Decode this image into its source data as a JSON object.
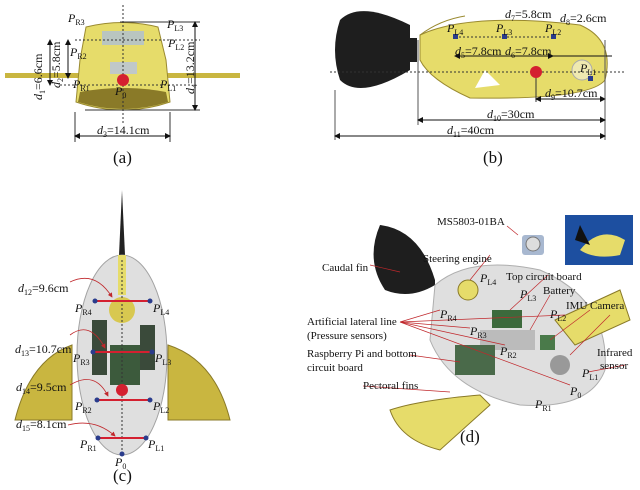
{
  "panels": {
    "a": {
      "caption": "(a)",
      "labels": [
        {
          "id": "a_d1",
          "sym": "d",
          "sub": "1",
          "val": "=6.6cm"
        },
        {
          "id": "a_d2",
          "sym": "d",
          "sub": "2",
          "val": "=5.8cm"
        },
        {
          "id": "a_d3",
          "sym": "d",
          "sub": "3",
          "val": "=14.1cm"
        },
        {
          "id": "a_d4",
          "sym": "d",
          "sub": "4",
          "val": "=13.2cm"
        },
        {
          "id": "a_PR3",
          "sym": "P",
          "sub": "R3",
          "val": ""
        },
        {
          "id": "a_PR2",
          "sym": "P",
          "sub": "R2",
          "val": ""
        },
        {
          "id": "a_PR1",
          "sym": "P",
          "sub": "R1",
          "val": ""
        },
        {
          "id": "a_PL3",
          "sym": "P",
          "sub": "L3",
          "val": ""
        },
        {
          "id": "a_PL2",
          "sym": "P",
          "sub": "L2",
          "val": ""
        },
        {
          "id": "a_PL1",
          "sym": "P",
          "sub": "L1",
          "val": ""
        },
        {
          "id": "a_P0",
          "sym": "P",
          "sub": "0",
          "val": ""
        }
      ]
    },
    "b": {
      "caption": "(b)",
      "labels": [
        {
          "id": "b_d7",
          "sym": "d",
          "sub": "7",
          "val": "=5.8cm"
        },
        {
          "id": "b_d8",
          "sym": "d",
          "sub": "8",
          "val": "=2.6cm"
        },
        {
          "id": "b_d5",
          "sym": "d",
          "sub": "5",
          "val": "=7.8cm"
        },
        {
          "id": "b_d6",
          "sym": "d",
          "sub": "6",
          "val": "=7.8cm"
        },
        {
          "id": "b_d9",
          "sym": "d",
          "sub": "9",
          "val": "=10.7cm"
        },
        {
          "id": "b_d10",
          "sym": "d",
          "sub": "10",
          "val": "=30cm"
        },
        {
          "id": "b_d11",
          "sym": "d",
          "sub": "11",
          "val": "=40cm"
        },
        {
          "id": "b_PL4",
          "sym": "P",
          "sub": "L4",
          "val": ""
        },
        {
          "id": "b_PL3",
          "sym": "P",
          "sub": "L3",
          "val": ""
        },
        {
          "id": "b_PL2",
          "sym": "P",
          "sub": "L2",
          "val": ""
        },
        {
          "id": "b_PL1",
          "sym": "P",
          "sub": "L1",
          "val": ""
        }
      ]
    },
    "c": {
      "caption": "(c)",
      "labels": [
        {
          "id": "c_d12",
          "sym": "d",
          "sub": "12",
          "val": "=9.6cm"
        },
        {
          "id": "c_d13",
          "sym": "d",
          "sub": "13",
          "val": "=10.7cm"
        },
        {
          "id": "c_d14",
          "sym": "d",
          "sub": "14",
          "val": "=9.5cm"
        },
        {
          "id": "c_d15",
          "sym": "d",
          "sub": "15",
          "val": "=8.1cm"
        },
        {
          "id": "c_PR4",
          "sym": "P",
          "sub": "R4",
          "val": ""
        },
        {
          "id": "c_PR3",
          "sym": "P",
          "sub": "R3",
          "val": ""
        },
        {
          "id": "c_PR2",
          "sym": "P",
          "sub": "R2",
          "val": ""
        },
        {
          "id": "c_PR1",
          "sym": "P",
          "sub": "R1",
          "val": ""
        },
        {
          "id": "c_PL4",
          "sym": "P",
          "sub": "L4",
          "val": ""
        },
        {
          "id": "c_PL3",
          "sym": "P",
          "sub": "L3",
          "val": ""
        },
        {
          "id": "c_PL2",
          "sym": "P",
          "sub": "L2",
          "val": ""
        },
        {
          "id": "c_PL1",
          "sym": "P",
          "sub": "L1",
          "val": ""
        },
        {
          "id": "c_P0",
          "sym": "P",
          "sub": "0",
          "val": ""
        }
      ]
    },
    "d": {
      "caption": "(d)",
      "callouts": {
        "sensor": "MS5803-01BA",
        "caudal_fin": "Caudal fin",
        "steering_engine": "Steering engine",
        "top_board": "Top circuit board",
        "battery": "Battery",
        "imu": "IMU",
        "camera": "Camera",
        "lateral_line": "Artificial lateral line",
        "lateral_line_sub": "(Pressure sensors)",
        "rpi": "Raspberry Pi and bottom",
        "rpi_sub": "circuit board",
        "infrared": "Infrared",
        "infrared_sub": "sensor",
        "pectoral": "Pectoral fins"
      },
      "labels": [
        {
          "id": "d_PL4",
          "sym": "P",
          "sub": "L4",
          "val": ""
        },
        {
          "id": "d_PL3",
          "sym": "P",
          "sub": "L3",
          "val": ""
        },
        {
          "id": "d_PL2",
          "sym": "P",
          "sub": "L2",
          "val": ""
        },
        {
          "id": "d_PL1",
          "sym": "P",
          "sub": "L1",
          "val": ""
        },
        {
          "id": "d_PR4",
          "sym": "P",
          "sub": "R4",
          "val": ""
        },
        {
          "id": "d_PR3",
          "sym": "P",
          "sub": "R3",
          "val": ""
        },
        {
          "id": "d_PR2",
          "sym": "P",
          "sub": "R2",
          "val": ""
        },
        {
          "id": "d_PR1",
          "sym": "P",
          "sub": "R1",
          "val": ""
        },
        {
          "id": "d_P0",
          "sym": "P",
          "sub": "0",
          "val": ""
        }
      ]
    }
  },
  "colors": {
    "body": "#e6dc6a",
    "fin": "#c9b640",
    "tail": "#1e1e1e",
    "marker": "#d42030",
    "sensor": "#2a3c8c",
    "arrow": "#c0282c",
    "inset_bg": "#1d4fa0"
  }
}
